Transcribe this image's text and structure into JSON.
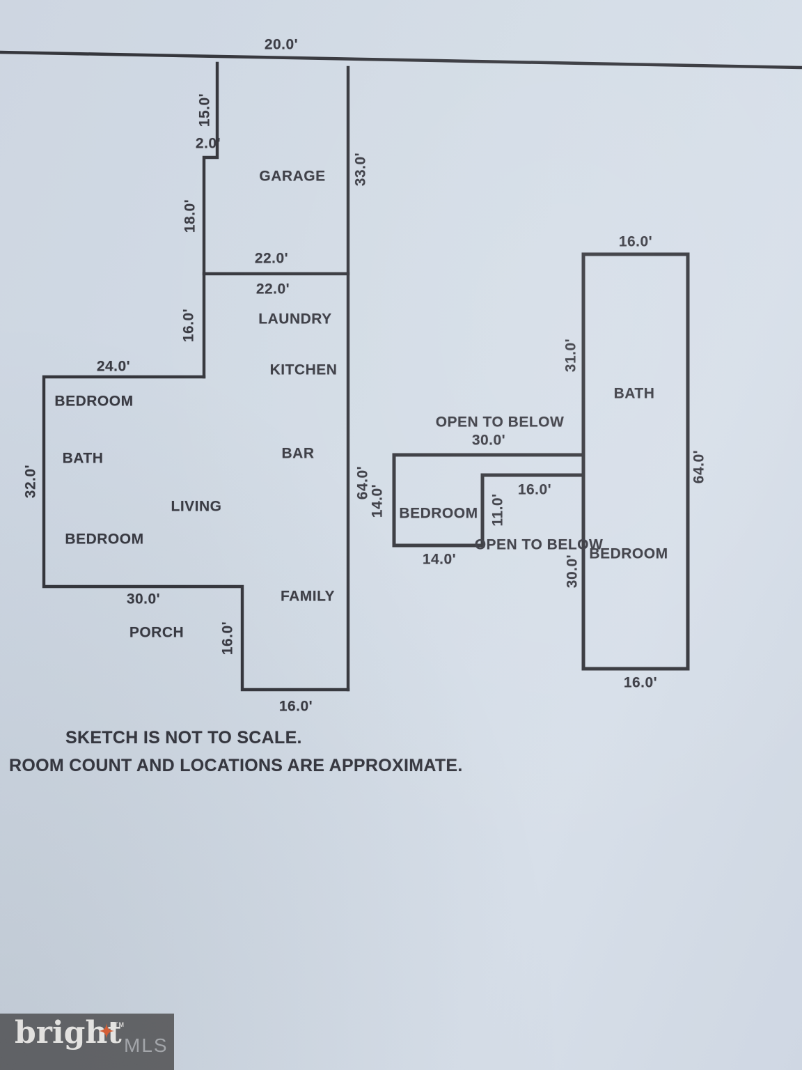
{
  "floor_plan": {
    "first_floor": {
      "labels": [
        {
          "id": "top-width",
          "text": "20.0'"
        },
        {
          "id": "garage-left-upper",
          "text": "15.0'"
        },
        {
          "id": "garage-jog",
          "text": "2.0'"
        },
        {
          "id": "garage-left-lower",
          "text": "18.0'"
        },
        {
          "id": "garage-room",
          "text": "GARAGE"
        },
        {
          "id": "garage-right",
          "text": "33.0'"
        },
        {
          "id": "garage-bottom",
          "text": "22.0'"
        },
        {
          "id": "laundry-top",
          "text": "22.0'"
        },
        {
          "id": "laundry-room",
          "text": "LAUNDRY"
        },
        {
          "id": "laundry-left",
          "text": "16.0'"
        },
        {
          "id": "kitchen-room",
          "text": "KITCHEN"
        },
        {
          "id": "kitchen-top-left",
          "text": "24.0'"
        },
        {
          "id": "bedroom-northwest",
          "text": "BEDROOM"
        },
        {
          "id": "bath-room",
          "text": "BATH"
        },
        {
          "id": "west-wall",
          "text": "32.0'"
        },
        {
          "id": "bar-room",
          "text": "BAR"
        },
        {
          "id": "east-wall",
          "text": "64.0'"
        },
        {
          "id": "living-room",
          "text": "LIVING"
        },
        {
          "id": "bedroom-southwest",
          "text": "BEDROOM"
        },
        {
          "id": "south-wall",
          "text": "30.0'"
        },
        {
          "id": "porch-room",
          "text": "PORCH"
        },
        {
          "id": "porch-right",
          "text": "16.0'"
        },
        {
          "id": "family-room",
          "text": "FAMILY"
        },
        {
          "id": "family-bottom",
          "text": "16.0'"
        }
      ]
    },
    "second_floor": {
      "labels": [
        {
          "id": "bath-top-width",
          "text": "16.0'"
        },
        {
          "id": "bath-left-wall",
          "text": "31.0'"
        },
        {
          "id": "bath-room",
          "text": "BATH"
        },
        {
          "id": "open-to-below-upper",
          "text": "OPEN TO BELOW"
        },
        {
          "id": "open-width",
          "text": "30.0'"
        },
        {
          "id": "bedroom-left-wall",
          "text": "14.0'"
        },
        {
          "id": "inner-top-width",
          "text": "16.0'"
        },
        {
          "id": "inner-left-wall",
          "text": "11.0'"
        },
        {
          "id": "bedroom-west",
          "text": "BEDROOM"
        },
        {
          "id": "bedroom-west-bottom",
          "text": "14.0'"
        },
        {
          "id": "open-to-below-lower",
          "text": "OPEN TO BELOW"
        },
        {
          "id": "stair-wall",
          "text": "30.0'"
        },
        {
          "id": "bedroom-east",
          "text": "BEDROOM"
        },
        {
          "id": "east-wall",
          "text": "64.0'"
        },
        {
          "id": "bottom-width",
          "text": "16.0'"
        }
      ]
    }
  },
  "notes": {
    "line1": "SKETCH IS NOT TO SCALE.",
    "line2": "ROOM COUNT AND LOCATIONS ARE APPROXIMATE."
  },
  "logo": {
    "brand": "bright",
    "tm": "TM",
    "suffix": "MLS",
    "box_color": "#5e5f61",
    "star_color": "#e05a2b",
    "brand_color": "#f4f2ee",
    "suffix_color": "#a9abae"
  }
}
